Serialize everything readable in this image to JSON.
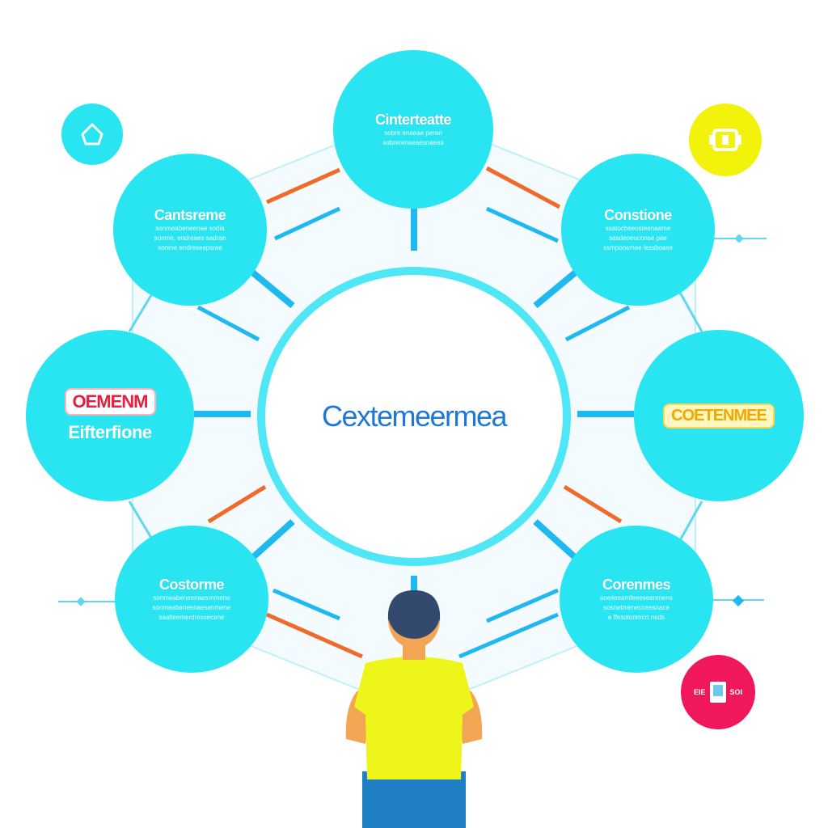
{
  "diagram": {
    "center": {
      "title": "Cextemeermea"
    },
    "nodes": {
      "top": {
        "title": "Cinterteatte",
        "lines": [
          "sobre enaeae peran",
          "sobrerenaeaesnaeas"
        ]
      },
      "top_left": {
        "title": "Cantsreme",
        "lines": [
          "sonmeabeneenae sodia",
          "sonme, endreaes sadrae",
          "sonme endreseepsrae"
        ]
      },
      "top_right": {
        "title": "Constione",
        "lines": [
          "ssatocbeeosteenaeme",
          "sasdeoeuconse pae",
          "ssmpoosmee lessboase"
        ]
      },
      "left": {
        "badge": "OEMENM",
        "subtitle": "Eifterfione"
      },
      "right": {
        "badge": "COETENMEE"
      },
      "bottom_left": {
        "title": "Costorme",
        "lines": [
          "sonmeabeneenaesrnmeno",
          "sonmeabeneenaesenmene",
          "saalteemerdressecane"
        ]
      },
      "bottom_right": {
        "title": "Corenmes",
        "lines": [
          "soeseeamfeeeseenmens",
          "sosnetmenecceesnace",
          "e ffesotonmcrt neds"
        ]
      }
    },
    "icons": {
      "top_left": "house-icon",
      "top_right": "chip-icon",
      "bottom_right": "tablet-icon",
      "person": "person-figure"
    },
    "icon_labels": {
      "bottom_right_left": "EIE",
      "bottom_right_right": "SOI"
    },
    "colors": {
      "node": "#29e5f2",
      "ring": "#4fe6f5",
      "connector_blue": "#1fb8f0",
      "connector_orange": "#f06a2a",
      "center_text": "#1e78d8",
      "accent_yellow": "#f2f20a",
      "accent_pink": "#f0185a"
    }
  }
}
